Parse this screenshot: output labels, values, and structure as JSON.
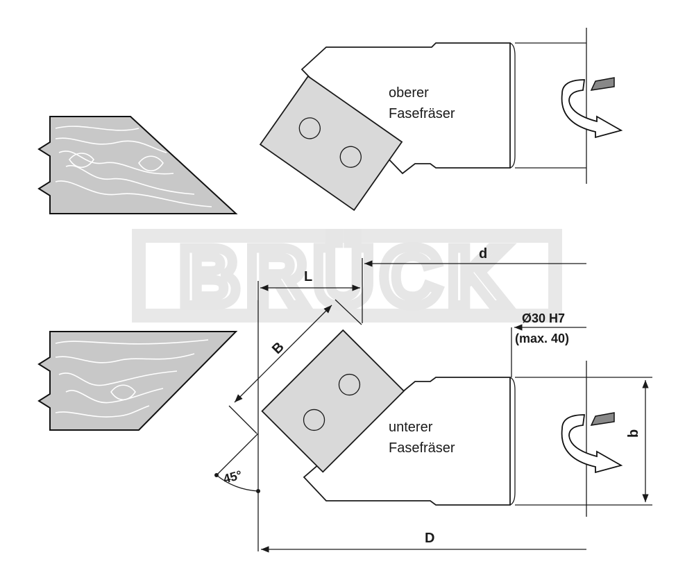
{
  "labels": {
    "upper_cutter_line1": "oberer",
    "upper_cutter_line2": "Fasefräser",
    "lower_cutter_line1": "unterer",
    "lower_cutter_line2": "Fasefräser",
    "bore": "Ø30 H7",
    "bore_max": "(max. 40)",
    "angle": "45°",
    "dim_d": "d",
    "dim_L": "L",
    "dim_B": "B",
    "dim_D": "D",
    "dim_b": "b"
  },
  "watermark": "BRÜCK",
  "colors": {
    "line": "#1a1a1a",
    "knife_fill": "#d9d9d9",
    "wood_fill": "#c8c8c8",
    "watermark": "#e6e6e6"
  }
}
